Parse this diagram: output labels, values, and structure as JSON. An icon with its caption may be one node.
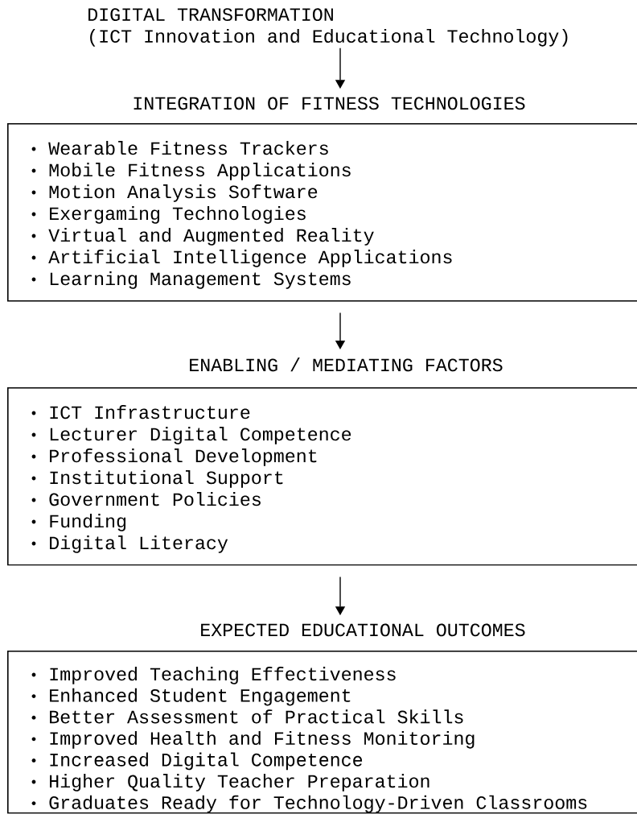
{
  "diagram": {
    "nodes": [
      {
        "text": [
          "DIGITAL TRANSFORMATION",
          "(ICT Innovation and Educational Technology)"
        ]
      },
      {
        "text": [
          "INTEGRATION OF FITNESS TECHNOLOGIES",
          "Wearable Fitness Trackers",
          "Mobile Fitness Applications",
          "Motion Analysis Software",
          "Exergaming Technologies",
          "Virtual and Augmented Reality",
          "Artificial Intelligence Applications",
          "Learning Management Systems"
        ]
      },
      {
        "text": [
          "ENABLING / MEDIATING FACTORS",
          "ICT Infrastructure",
          "Lecturer Digital Competence",
          "Professional Development",
          "Institutional Support",
          "Government Policies",
          "Funding",
          "Digital Literacy"
        ]
      },
      {
        "text": [
          "EXPECTED EDUCATIONAL OUTCOMES",
          "Improved Teaching Effectiveness",
          "Enhanced Student Engagement",
          "Better Assessment of Practical Skills",
          "Improved Health and Fitness Monitoring",
          "Increased Digital Competence",
          "Higher Quality Teacher Preparation",
          "Graduates Ready for Technology-Driven Classrooms"
        ]
      }
    ],
    "edges": [
      {
        "from": 0,
        "to": 1,
        "arrow": "to"
      },
      {
        "from": 1,
        "to": 2,
        "arrow": "to"
      },
      {
        "from": 2,
        "to": 3,
        "arrow": "to"
      }
    ]
  }
}
